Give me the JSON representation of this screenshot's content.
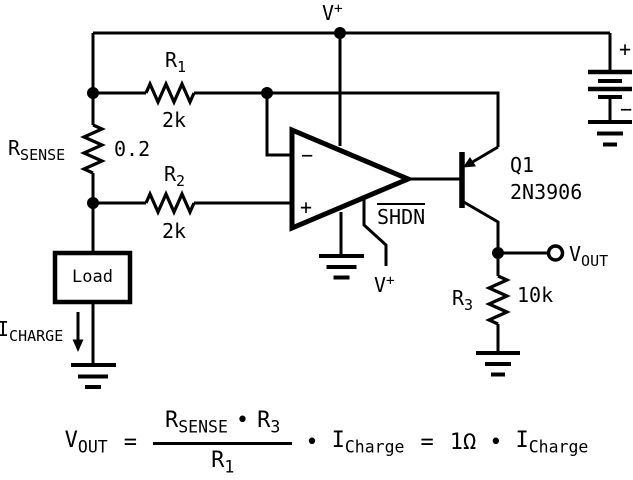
{
  "schematic": {
    "supply_label": {
      "base": "V",
      "sup": "+"
    },
    "battery": {
      "plus": "+",
      "minus": "−"
    },
    "r1": {
      "ref": {
        "base": "R",
        "sub": "1"
      },
      "value": "2k"
    },
    "r2": {
      "ref": {
        "base": "R",
        "sub": "2"
      },
      "value": "2k"
    },
    "r3": {
      "ref": {
        "base": "R",
        "sub": "3"
      },
      "value": "10k"
    },
    "rsense": {
      "ref": {
        "base": "R",
        "sub": "SENSE"
      },
      "value": "0.2"
    },
    "load_label": "Load",
    "icharge_label": {
      "base": "I",
      "sub": "CHARGE"
    },
    "opamp": {
      "minus_input": "−",
      "plus_input": "+",
      "shdn": "SHDN",
      "shdn_supply": {
        "base": "V",
        "sup": "+"
      }
    },
    "q1": {
      "ref": "Q1",
      "part": "2N3906"
    },
    "vout_label": {
      "base": "V",
      "sub": "OUT"
    }
  },
  "formula": {
    "lhs": {
      "base": "V",
      "sub": "OUT"
    },
    "eq1": "=",
    "num_rsense": {
      "base": "R",
      "sub": "SENSE"
    },
    "num_dot": "•",
    "num_r3": {
      "base": "R",
      "sub": "3"
    },
    "den_r1": {
      "base": "R",
      "sub": "1"
    },
    "dot1": "•",
    "icharge1": {
      "base": "I",
      "sub": "Charge"
    },
    "eq2": "=",
    "one_ohm": "1Ω",
    "dot2": "•",
    "icharge2": {
      "base": "I",
      "sub": "Charge"
    }
  }
}
